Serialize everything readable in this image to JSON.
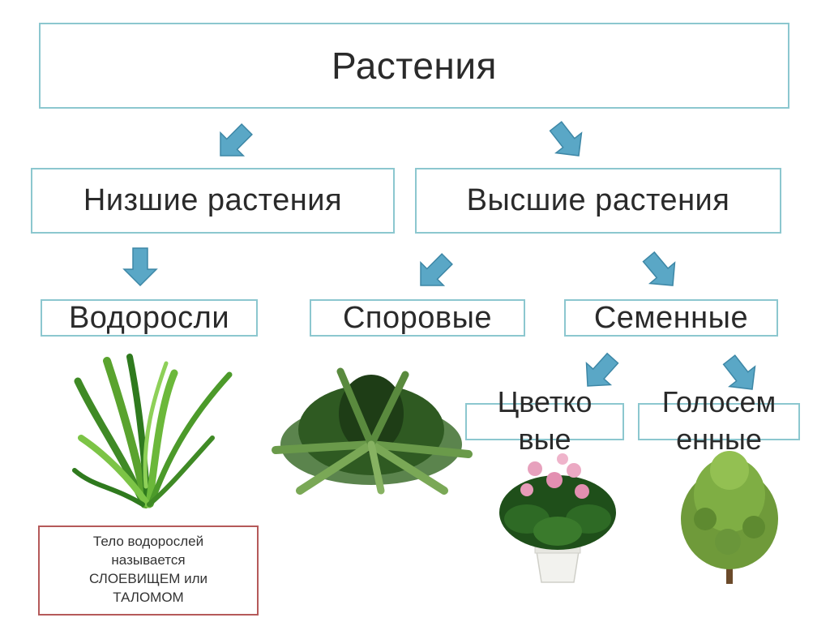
{
  "diagram": {
    "root": "Растения",
    "lower": "Низшие растения",
    "higher": "Высшие растения",
    "algae": "Водоросли",
    "spore": "Споровые",
    "seed": "Семенные",
    "flowering": {
      "line1": "Цветко",
      "line2": "вые"
    },
    "gymnosperms": {
      "line1": "Голосем",
      "line2": "енные"
    },
    "note": [
      "Тело водорослей",
      "называется",
      "СЛОЕВИЩЕМ или",
      "ТАЛОМОМ"
    ]
  },
  "colors": {
    "box_border": "#8cc7cf",
    "arrow_fill": "#5aa7c6",
    "note_border": "#b55a5a"
  },
  "icons": [
    "algae-image",
    "fern-image",
    "anthurium-image",
    "pine-image"
  ]
}
